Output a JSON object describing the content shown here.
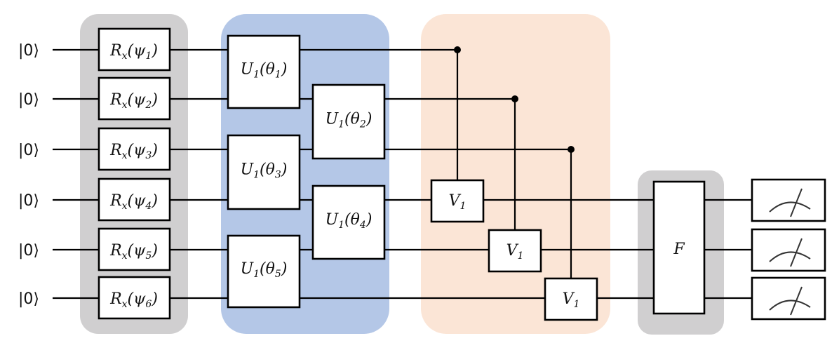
{
  "colors": {
    "encoding_block": "#d0cfd0",
    "unitary_block": "#b4c7e7",
    "controlled_block": "#fbe5d6",
    "final_block": "#d0cfd0"
  },
  "inputs": [
    "|0⟩",
    "|0⟩",
    "|0⟩",
    "|0⟩",
    "|0⟩",
    "|0⟩"
  ],
  "rx_gates": [
    {
      "name": "R",
      "sub": "x",
      "arg": "ψ",
      "argsub": "1"
    },
    {
      "name": "R",
      "sub": "x",
      "arg": "ψ",
      "argsub": "2"
    },
    {
      "name": "R",
      "sub": "x",
      "arg": "ψ",
      "argsub": "3"
    },
    {
      "name": "R",
      "sub": "x",
      "arg": "ψ",
      "argsub": "4"
    },
    {
      "name": "R",
      "sub": "x",
      "arg": "ψ",
      "argsub": "5"
    },
    {
      "name": "R",
      "sub": "x",
      "arg": "ψ",
      "argsub": "6"
    }
  ],
  "u_gates": [
    {
      "name": "U",
      "sub": "1",
      "arg": "θ",
      "argsub": "1",
      "wires": [
        1,
        2
      ]
    },
    {
      "name": "U",
      "sub": "1",
      "arg": "θ",
      "argsub": "2",
      "wires": [
        2,
        3
      ]
    },
    {
      "name": "U",
      "sub": "1",
      "arg": "θ",
      "argsub": "3",
      "wires": [
        3,
        4
      ]
    },
    {
      "name": "U",
      "sub": "1",
      "arg": "θ",
      "argsub": "4",
      "wires": [
        4,
        5
      ]
    },
    {
      "name": "U",
      "sub": "1",
      "arg": "θ",
      "argsub": "5",
      "wires": [
        5,
        6
      ]
    }
  ],
  "controlled_gates": [
    {
      "name": "V",
      "sub": "1",
      "control": 1,
      "target": 4
    },
    {
      "name": "V",
      "sub": "1",
      "control": 2,
      "target": 5
    },
    {
      "name": "V",
      "sub": "1",
      "control": 3,
      "target": 6
    }
  ],
  "final_gate": {
    "name": "F",
    "wires": [
      4,
      5,
      6
    ]
  },
  "measurements": [
    {
      "wire": 4,
      "icon": "meter-icon"
    },
    {
      "wire": 5,
      "icon": "meter-icon"
    },
    {
      "wire": 6,
      "icon": "meter-icon"
    }
  ]
}
